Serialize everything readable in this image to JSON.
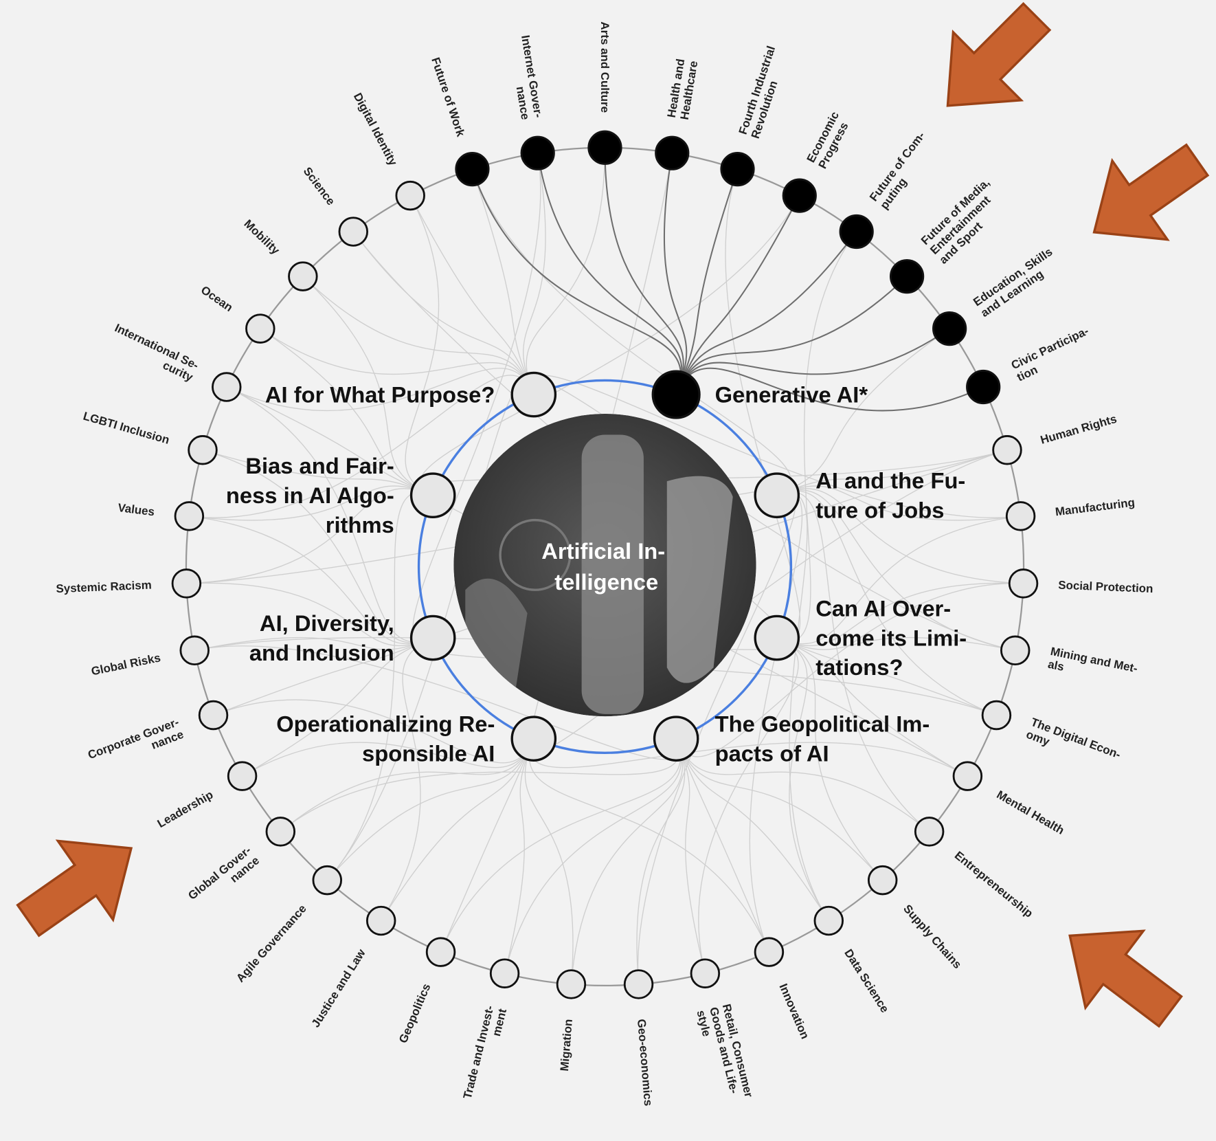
{
  "center": {
    "title_lines": [
      "Artificial In-",
      "telligence"
    ]
  },
  "colors": {
    "ring": "#999999",
    "inner_ring": "#4a7fe0",
    "highlight_node": "#000000",
    "node_fill": "#e6e6e6",
    "arrow": "#c8622f",
    "link_light": "#cfcfcf",
    "link_dark": "#6e6e6e"
  },
  "inner_topics": [
    {
      "label": [
        "Generative AI*"
      ],
      "highlighted": true
    },
    {
      "label": [
        "AI and the Fu-",
        "ture of Jobs"
      ],
      "highlighted": false
    },
    {
      "label": [
        "Can AI Over-",
        "come its Limi-",
        "tations?"
      ],
      "highlighted": false
    },
    {
      "label": [
        "The Geopolitical Im-",
        "pacts of AI"
      ],
      "highlighted": false
    },
    {
      "label": [
        "Operationalizing Re-",
        "sponsible AI"
      ],
      "highlighted": false
    },
    {
      "label": [
        "AI, Diversity,",
        "and Inclusion"
      ],
      "highlighted": false
    },
    {
      "label": [
        "Bias and Fair-",
        "ness in AI Algo-",
        "rithms"
      ],
      "highlighted": false
    },
    {
      "label": [
        "AI for What Purpose?"
      ],
      "highlighted": false
    }
  ],
  "outer_topics": [
    {
      "label": [
        "Future of Work"
      ],
      "highlighted": true
    },
    {
      "label": [
        "Internet Gover-",
        "nance"
      ],
      "highlighted": true
    },
    {
      "label": [
        "Arts and Culture"
      ],
      "highlighted": true
    },
    {
      "label": [
        "Health and",
        "Healthcare"
      ],
      "highlighted": true
    },
    {
      "label": [
        "Fourth Industrial",
        "Revolution"
      ],
      "highlighted": true
    },
    {
      "label": [
        "Economic",
        "Progress"
      ],
      "highlighted": true
    },
    {
      "label": [
        "Future of Com-",
        "puting"
      ],
      "highlighted": true
    },
    {
      "label": [
        "Future of Media,",
        "Entertainment",
        "and Sport"
      ],
      "highlighted": true
    },
    {
      "label": [
        "Education, Skills",
        "and Learning"
      ],
      "highlighted": true
    },
    {
      "label": [
        "Civic Participa-",
        "tion"
      ],
      "highlighted": true
    },
    {
      "label": [
        "Human Rights"
      ],
      "highlighted": false
    },
    {
      "label": [
        "Manufacturing"
      ],
      "highlighted": false
    },
    {
      "label": [
        "Social Protection"
      ],
      "highlighted": false
    },
    {
      "label": [
        "Mining and Met-",
        "als"
      ],
      "highlighted": false
    },
    {
      "label": [
        "The Digital Econ-",
        "omy"
      ],
      "highlighted": false
    },
    {
      "label": [
        "Mental Health"
      ],
      "highlighted": false
    },
    {
      "label": [
        "Entrepreneurship"
      ],
      "highlighted": false
    },
    {
      "label": [
        "Supply Chains"
      ],
      "highlighted": false
    },
    {
      "label": [
        "Data Science"
      ],
      "highlighted": false
    },
    {
      "label": [
        "Innovation"
      ],
      "highlighted": false
    },
    {
      "label": [
        "Retail, Consumer",
        "Goods and Life-",
        "style"
      ],
      "highlighted": false
    },
    {
      "label": [
        "Geo-economics"
      ],
      "highlighted": false
    },
    {
      "label": [
        "Migration"
      ],
      "highlighted": false
    },
    {
      "label": [
        "Trade and Invest-",
        "ment"
      ],
      "highlighted": false
    },
    {
      "label": [
        "Geopolitics"
      ],
      "highlighted": false
    },
    {
      "label": [
        "Justice and Law"
      ],
      "highlighted": false
    },
    {
      "label": [
        "Agile Governance"
      ],
      "highlighted": false
    },
    {
      "label": [
        "Global Gover-",
        "nance"
      ],
      "highlighted": false
    },
    {
      "label": [
        "Leadership"
      ],
      "highlighted": false
    },
    {
      "label": [
        "Corporate Gover-",
        "nance"
      ],
      "highlighted": false
    },
    {
      "label": [
        "Global Risks"
      ],
      "highlighted": false
    },
    {
      "label": [
        "Systemic Racism"
      ],
      "highlighted": false
    },
    {
      "label": [
        "Values"
      ],
      "highlighted": false
    },
    {
      "label": [
        "LGBTI Inclusion"
      ],
      "highlighted": false
    },
    {
      "label": [
        "International Se-",
        "curity"
      ],
      "highlighted": false
    },
    {
      "label": [
        "Ocean"
      ],
      "highlighted": false
    },
    {
      "label": [
        "Mobility"
      ],
      "highlighted": false
    },
    {
      "label": [
        "Science"
      ],
      "highlighted": false
    },
    {
      "label": [
        "Digital Identity"
      ],
      "highlighted": false
    }
  ],
  "links": [
    {
      "inner": 0,
      "outer": [
        0,
        1,
        2,
        3,
        4,
        5,
        6,
        7,
        8,
        9
      ],
      "strong": true
    },
    {
      "inner": 1,
      "outer": [
        10,
        11,
        12,
        13,
        14,
        16,
        18,
        19,
        21,
        8,
        0,
        31
      ],
      "strong": false
    },
    {
      "inner": 2,
      "outer": [
        11,
        12,
        13,
        14,
        15,
        17,
        18,
        20,
        6,
        4,
        30,
        37
      ],
      "strong": false
    },
    {
      "inner": 3,
      "outer": [
        16,
        17,
        18,
        19,
        20,
        21,
        22,
        23,
        24,
        12,
        27,
        30
      ],
      "strong": false
    },
    {
      "inner": 4,
      "outer": [
        22,
        23,
        24,
        25,
        26,
        27,
        28,
        29,
        15,
        19,
        3,
        10
      ],
      "strong": false
    },
    {
      "inner": 5,
      "outer": [
        28,
        29,
        30,
        31,
        32,
        33,
        25,
        34,
        10,
        14,
        1
      ],
      "strong": false
    },
    {
      "inner": 6,
      "outer": [
        31,
        32,
        33,
        34,
        35,
        36,
        26,
        10,
        38,
        5,
        15
      ],
      "strong": false
    },
    {
      "inner": 7,
      "outer": [
        34,
        35,
        36,
        37,
        38,
        0,
        1,
        2,
        32,
        13,
        11,
        26
      ],
      "strong": false
    }
  ]
}
